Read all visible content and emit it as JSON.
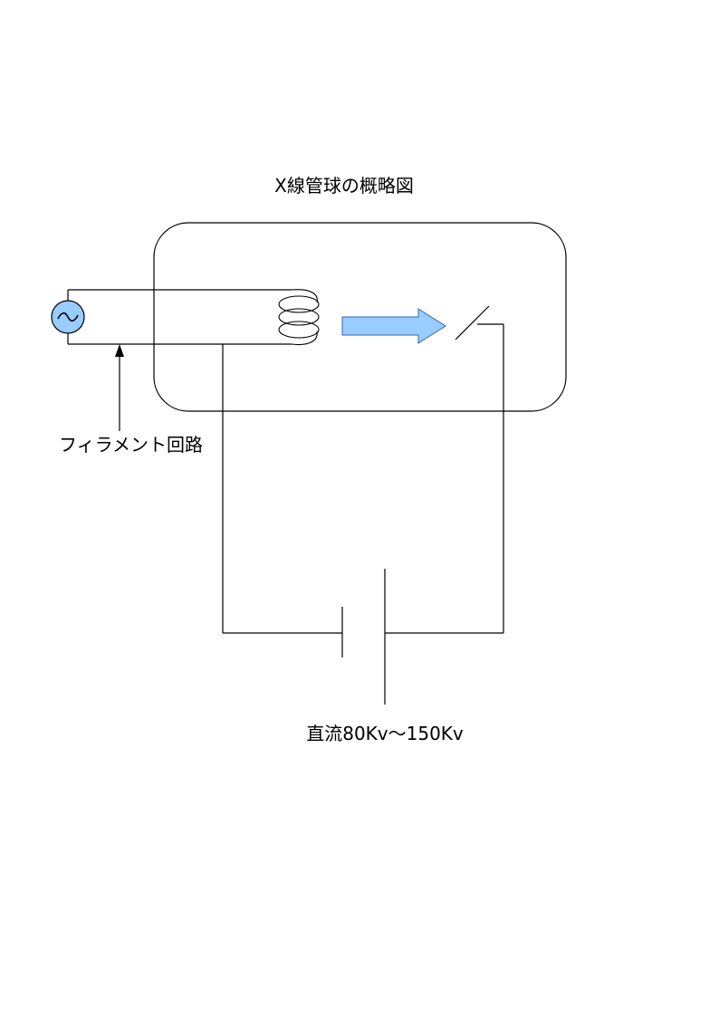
{
  "diagram": {
    "title": "X線管球の概略図",
    "filament_label": "フィラメント回路",
    "voltage_label": "直流80Kv～150Kv",
    "ac_source_symbol": "~",
    "icons": {
      "ac_source": "ac-source-icon",
      "filament": "filament-coil-icon",
      "electron_beam": "arrow-right-icon",
      "anode": "anode-target-icon",
      "battery": "dc-battery-icon",
      "pointer": "arrow-up-icon"
    },
    "colors": {
      "ac_source_fill": "#99ccff",
      "electron_arrow_fill": "#99ccff",
      "line": "#000000"
    }
  }
}
